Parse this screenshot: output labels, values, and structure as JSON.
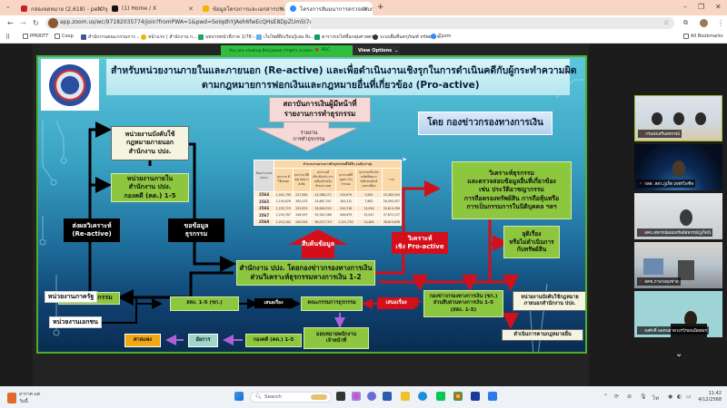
{
  "browser": {
    "tabs": [
      {
        "title": "กล่องจดหมาย (2,618) - petchpai...",
        "icon": "gmail-icon",
        "color": "#c5221f"
      },
      {
        "title": "(1) Home / X",
        "icon": "x-icon",
        "color": "#111111"
      },
      {
        "title": "ข้อมูลโครงการและเอกสารประกอบ...",
        "icon": "drive-icon",
        "color": "#f4b400"
      },
      {
        "title": "โครงการสัมมนาการตรวจสอบการ...",
        "icon": "zoom-icon",
        "color": "#2d8cff",
        "active": true
      }
    ],
    "new_tab_label": "+",
    "url": "app.zoom.us/wc/97182035774/join?fromPWA=1&pwd=SoIqdhYJAeh6fwEcQHsE8DpZUm5I7w.1",
    "bookmarks": [
      {
        "label": "PPKRITT",
        "icon": "folder-icon"
      },
      {
        "label": "Coop",
        "icon": "folder-icon"
      },
      {
        "label": "สำนักงานคณะกรรมการ...",
        "icon": "site-icon"
      },
      {
        "label": "หน้าแรก | สำนักงาน ก...",
        "icon": "site-icon"
      },
      {
        "label": "บทบาทหน้าที่ภาค 1/78 -...",
        "icon": "drive-icon"
      },
      {
        "label": "เว็บไซต์ฝึกเรียนรู้เล่ม สิ่ง...",
        "icon": "doc-icon"
      },
      {
        "label": "ตารางรถไฟชั้นกลุ่มศาสตร...",
        "icon": "sheet-icon"
      },
      {
        "label": "ระบบยืมคืนครุภัณฑ์ ทรัพยากร...",
        "icon": "globe-icon"
      },
      {
        "label": "Zoom",
        "icon": "zoom-icon"
      }
    ],
    "all_bookmarks_label": "All Bookmarks"
  },
  "zoom": {
    "share_banner": "You are viewing Benjawan กาญจ's screen",
    "rec_label": "REC",
    "view_options_label": "View Options",
    "participants": [
      {
        "name": "กรมส่งเสริมสหกรณ์"
      },
      {
        "name": "กลต. สสว.ภูเก็ต เพชรไพฑิจ"
      },
      {
        "name": "สคบ.สหกรณ์ออมทรัพย์สหกรณ์ภูเก็ตนิ"
      },
      {
        "name": "สคช.ภาษาผดุงชาต"
      },
      {
        "name": "ยงศักดิ์ พลคนยาดวงรวี/ขอนนิดยพร"
      }
    ],
    "more_label": "⌄"
  },
  "slide": {
    "title_line1": "สำหรับหน่วยงานภายในและภายนอก (Re-active) และเพื่อดำเนินงานเชิงรุกในการดำเนินคดีกับผู้กระทำความผิด",
    "title_line2": "ตามกฎหมายการฟอกเงินและกฎหมายอื่นที่เกี่ยวข้อง (Pro-active)",
    "by_label": "โดย กองข่าวกรองทางการเงิน",
    "financial_inst": "สถาบันการเงินผู้มีหน้าที่\nรายงานการทำธุรกรรม",
    "report_arrow": "รายงาน\nการทำธุรกรรม",
    "external_agency": "หน่วยงานบังคับใช้\nกฎหมายภายนอก\nสำนักงาน ปปง.",
    "internal_agency": "หน่วยงานภายใน\nสำนักงาน ปปง.\nกองคดี (คด.) 1-5",
    "send_result": "ส่งผลวิเคราะห์\n(Re-active)",
    "request_data": "ขอข้อมูล\nธุรกรรม",
    "search_data": "สืบค้นข้อมูล",
    "pro_active": "วิเคราะห์\nเชิง Pro-active",
    "analysis_box": "วิเคราะห์ธุรกรรม\nและตรวจสอบข้อมูลอื่นที่เกี่ยวข้อง\nเช่น ประวัติอาชญากรรม\nการถือครองทรัพย์สิน การถือหุ้นหรือ\nการเป็นกรรมการในนิติบุคคล ฯลฯ",
    "stop_case": "ยุติเรื่อง\nหรือไม่ดำเนินการ\nกับทรัพย์สิน",
    "amlo_office": "สำนักงาน ปปง. โดยกองข่าวกรองทางการเงิน\nส่วนวิเคราะห์ธุรกรรมทางการเงิน 1-2",
    "analyze_transaction": "วิเคราะห์ธุรกรรม",
    "public_agency": "หน่วยงานภาครัฐ",
    "private_agency": "หน่วยงานเอกชน",
    "sso": "สสง. 1-5 (ชก.)",
    "propose1": "เสนอเรื่อง",
    "committee": "คณะกรรมการธุรกรรม",
    "propose2": "เสนอเรื่อง",
    "fiu_investigation": "กองข่าวกรองทางการเงิน (ชก.)\nส่วนสืบสวนทางการเงิน 1-5\n(สสง. 1-5)",
    "enforce_agency": "หน่วยงานบังคับใช้กฎหมาย\nภายนอกสำนักงาน ปปง.",
    "proceed_law": "ดำเนินการตามกฎหมายอื่น",
    "assign_officer": "มอบหมายพนักงาน\nเจ้าหน้าที่",
    "case_division": "กองคดี (คด.) 1-5",
    "prosecutor": "อัยการ",
    "civil_court": "ศาลแพ่ง",
    "table": {
      "year_header": "ปีงบประมาณ\n(พ.ศ.)",
      "group_header": "จำนวนรายงานการทำธุรกรรมที่ได้รับ (ฉบับ/ราย)",
      "columns": [
        "ธุรกรรม\nที่ใช้เงินสด",
        "ธุรกรรม\nที่มีเหตุ\nอันควรสงสัย",
        "ธุรกรรมที่\nเกี่ยวข้องกับ\nการเคลื่อนย้ายเงินข้ามประเทศ",
        "ธุรกรรมที่มีมูลค่า\nเกินกำหนด",
        "ธุรกรรมเกี่ยวกับ\nทรัพย์สินทางอิเล็กทรอนิกส์\nแลกเปลี่ยน",
        "รวม"
      ],
      "rows": [
        {
          "year": "2564",
          "values": [
            "1,041,799",
            "227,960",
            "24,086,271",
            "129,879",
            "3,645",
            "25,489,554"
          ]
        },
        {
          "year": "2565",
          "values": [
            "1,190,876",
            "300,033",
            "24,867,347",
            "164,312",
            "7,862",
            "26,490,057"
          ]
        },
        {
          "year": "2566",
          "values": [
            "1,235,723",
            "253,833",
            "28,846,324",
            "344,318",
            "14,094",
            "30,619,396"
          ]
        },
        {
          "year": "2567",
          "values": [
            "1,230,787",
            "246,597",
            "35,942,368",
            "406,879",
            "15,541",
            "37,872,137"
          ]
        },
        {
          "year": "2568",
          "values": [
            "1,215,162",
            "240,594",
            "36,027,719",
            "1,121,752",
            "14,484",
            "38,619,636"
          ]
        }
      ]
    }
  },
  "taskbar": {
    "weather_text": "อากาศ แต่\nวันนี้",
    "search_placeholder": "Search",
    "time": "11:42",
    "date": "4/12/2568"
  }
}
